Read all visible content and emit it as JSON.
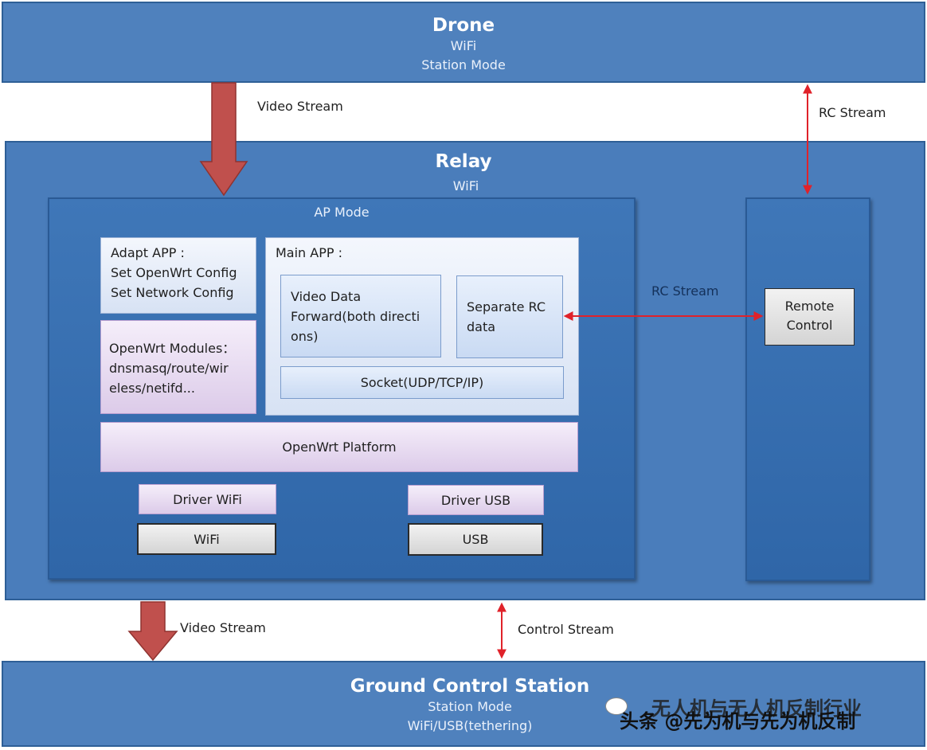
{
  "drone": {
    "title": "Drone",
    "line1": "WiFi",
    "line2": "Station Mode"
  },
  "relay": {
    "title": "Relay",
    "subtitle": "WiFi"
  },
  "ap_mode": {
    "label": "AP Mode"
  },
  "adapt_app": {
    "line1": "Adapt APP :",
    "line2": "Set OpenWrt Config",
    "line3": "Set Network Config"
  },
  "openwrt_modules": {
    "line1": "OpenWrt Modules：",
    "line2": "dnsmasq/route/wir",
    "line3": "eless/netifd..."
  },
  "main_app": {
    "label": "Main APP :"
  },
  "video_forward": {
    "line1": "Video Data",
    "line2": "Forward(both directi",
    "line3": "ons)"
  },
  "separate_rc": {
    "line1": "Separate RC",
    "line2": "data"
  },
  "socket": {
    "label": "Socket(UDP/TCP/IP)"
  },
  "platform": {
    "label": "OpenWrt Platform"
  },
  "driver_wifi": {
    "label": "Driver WiFi"
  },
  "driver_usb": {
    "label": "Driver USB"
  },
  "wifi_hw": {
    "label": "WiFi"
  },
  "usb_hw": {
    "label": "USB"
  },
  "remote_control": {
    "line1": "Remote",
    "line2": "Control"
  },
  "arrows": {
    "video_stream_top": "Video Stream",
    "rc_stream_top": "RC Stream",
    "rc_stream_mid": "RC Stream",
    "video_stream_bottom": "Video Stream",
    "control_stream": "Control Stream"
  },
  "ground": {
    "title": "Ground Control Station",
    "line1": "Station Mode",
    "line2": "WiFi/USB(tethering)"
  },
  "watermark": {
    "line1": "无人机与无人机反制行业",
    "line2": "头条 @先为机与先为机反制"
  },
  "colors": {
    "band_blue": "#4f81bd",
    "inner_blue": "#3f77b8",
    "arrow_red": "#c0504d",
    "line_red": "#e0222a"
  }
}
